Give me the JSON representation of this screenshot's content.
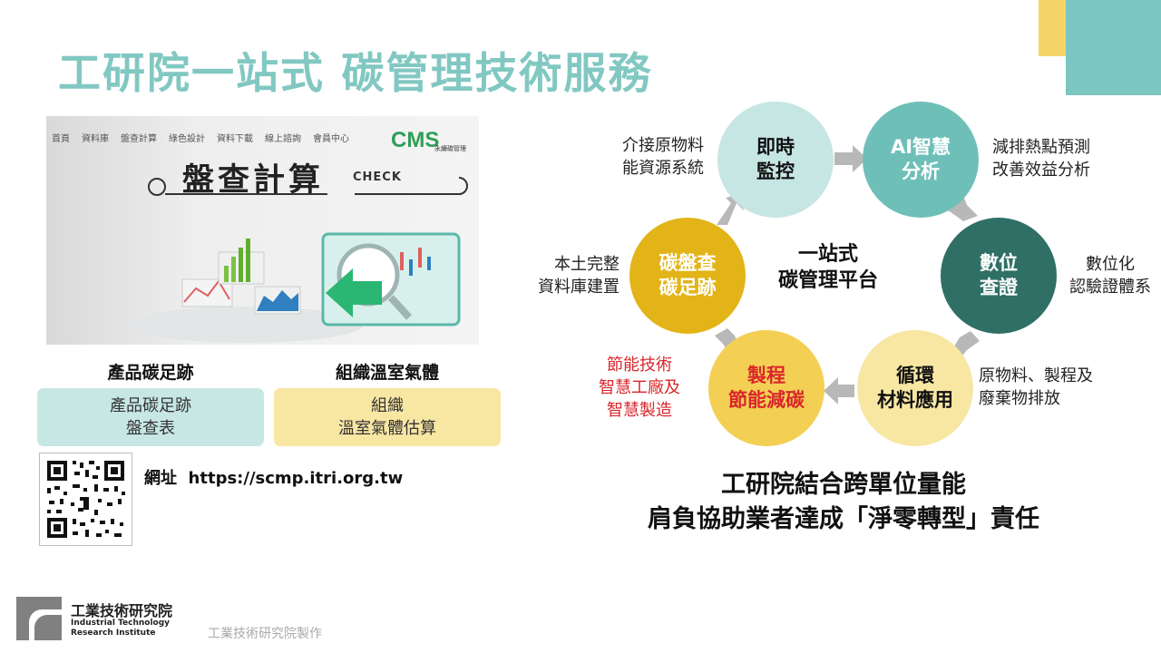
{
  "title": "工研院一站式 碳管理技術服務",
  "screenshot": {
    "nav": [
      "首頁",
      "資料庫",
      "盤查計算",
      "綠色設計",
      "資料下載",
      "線上諮詢",
      "會員中心"
    ],
    "logo_text": "CMS",
    "logo_sub": "永續碳管理",
    "heading": "盤查計算",
    "check_label": "CHECK"
  },
  "left": {
    "product_label": "產品碳足跡",
    "org_label": "組織溫室氣體",
    "product_box": [
      "產品碳足跡",
      "盤查表"
    ],
    "org_box": [
      "組織",
      "溫室氣體估算"
    ],
    "url_label": "網址",
    "url": "https://scmp.itri.org.tw"
  },
  "cycle": {
    "center": [
      "一站式",
      "碳管理平台"
    ],
    "nodes": {
      "monitor": [
        "即時",
        "監控"
      ],
      "ai": [
        "AI智慧",
        "分析"
      ],
      "digital": [
        "數位",
        "查證"
      ],
      "circular": [
        "循環",
        "材料應用"
      ],
      "process": [
        "製程",
        "節能減碳"
      ],
      "inventory": [
        "碳盤查",
        "碳足跡"
      ]
    },
    "notes": {
      "monitor": [
        "介接原物料",
        "能資源系統"
      ],
      "ai": [
        "減排熱點預測",
        "改善效益分析"
      ],
      "digital": [
        "數位化",
        "認驗證體系"
      ],
      "circular": [
        "原物料、製程及",
        "廢棄物排放"
      ],
      "process": [
        "節能技術",
        "智慧工廠及",
        "智慧製造"
      ],
      "inventory": [
        "本土完整",
        "資料庫建置"
      ]
    },
    "colors": {
      "monitor": "#c5e6e3",
      "ai": "#6fbfb9",
      "digital": "#2f6f66",
      "circular": "#f8e6a3",
      "process": "#f3cf54",
      "inventory": "#e3b417",
      "note_red": "#d9262b"
    }
  },
  "bottom": [
    "工研院結合跨單位量能",
    "肩負協助業者達成「淨零轉型」責任"
  ],
  "footer": {
    "org": "工業技術研究院",
    "en_line1": "Industrial Technology",
    "en_line2": "Research Institute",
    "made_by": "工業技術研究院製作"
  }
}
